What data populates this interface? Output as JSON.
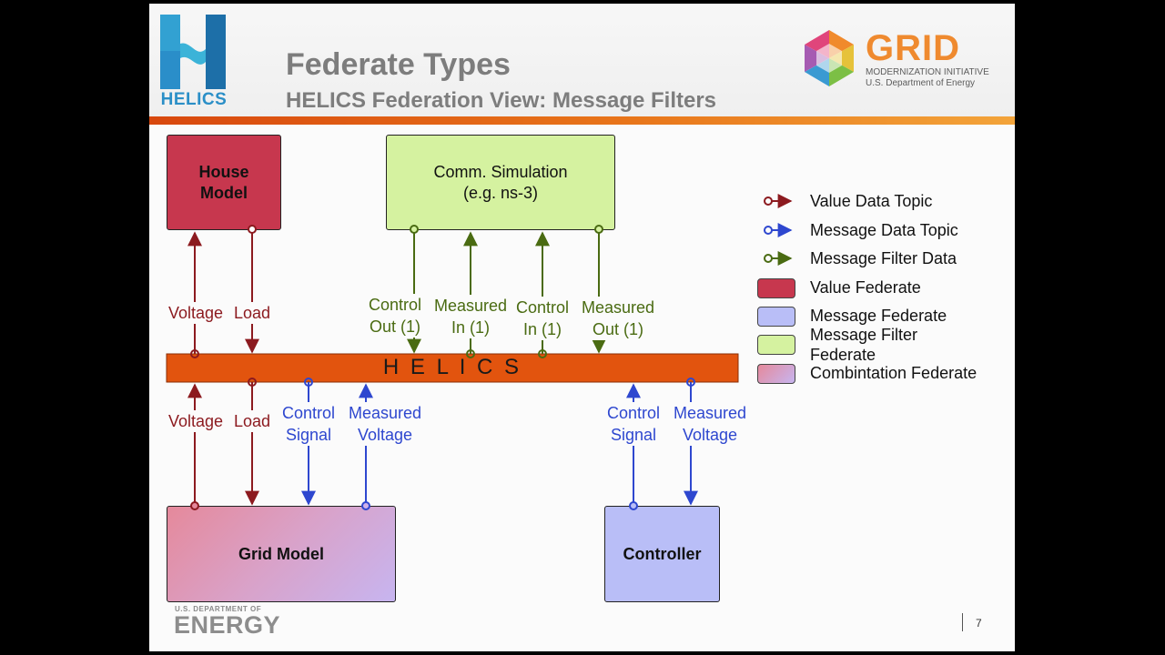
{
  "header": {
    "title": "Federate Types",
    "subtitle": "HELICS Federation View: Message Filters",
    "helics_logo_text": "HELICS",
    "grid_logo": {
      "title": "GRID",
      "line1": "MODERNIZATION INITIATIVE",
      "line2": "U.S. Department of Energy"
    }
  },
  "federates": {
    "house_model": "House\nModel",
    "comm_simulation": "Comm. Simulation\n(e.g. ns-3)",
    "grid_model": "Grid Model",
    "controller": "Controller"
  },
  "bus_label": "H  E  L  I  C  S",
  "labels": {
    "upper_voltage": "Voltage",
    "upper_load": "Load",
    "control_out_1": "Control\nOut (1)",
    "measured_in_1": "Measured\nIn (1)",
    "control_in_1": "Control\nIn (1)",
    "measured_out_1": "Measured\nOut (1)",
    "lower_voltage": "Voltage",
    "lower_load": "Load",
    "control_signal_left": "Control\nSignal",
    "measured_voltage_left": "Measured\nVoltage",
    "control_signal_right": "Control\nSignal",
    "measured_voltage_right": "Measured\nVoltage"
  },
  "legend": {
    "value_data_topic": "Value Data Topic",
    "message_data_topic": "Message Data Topic",
    "message_filter_data": "Message Filter Data",
    "value_federate": "Value Federate",
    "message_federate": "Message Federate",
    "message_filter_federate": "Message Filter\nFederate",
    "combination_federate": "Combintation Federate"
  },
  "colors": {
    "value": "#8c1a1f",
    "message": "#2e47cf",
    "filter": "#4a6b12",
    "value_federate": "#c7374e",
    "message_federate": "#b9bef7",
    "filter_federate": "#d5f2a0",
    "bus": "#e2540e"
  },
  "footer": {
    "doe_small": "U.S. DEPARTMENT OF",
    "doe_big": "ENERGY",
    "page_number": "7"
  }
}
